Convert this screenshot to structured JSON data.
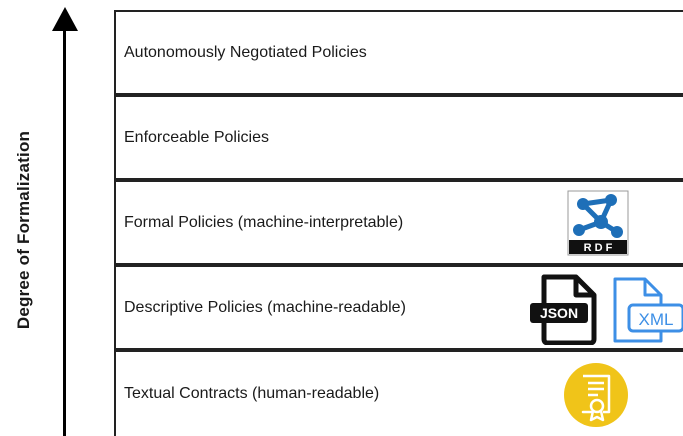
{
  "axis": {
    "label": "Degree of Formalization"
  },
  "levels": [
    {
      "label": "Autonomously Negotiated Policies"
    },
    {
      "label": "Enforceable Policies"
    },
    {
      "label": "Formal Policies (machine-interpretable)",
      "icon": "rdf-icon",
      "icon_text": "R D F"
    },
    {
      "label": "Descriptive Policies (machine-readable)",
      "icons": [
        "json-file-icon",
        "xml-file-icon"
      ],
      "json_text": "JSON",
      "xml_text": "XML"
    },
    {
      "label": "Textual Contracts (human-readable)",
      "icon": "certificate-icon"
    }
  ],
  "colors": {
    "rdf_blue": "#1e6fb8",
    "xml_blue": "#3d8fe6",
    "certificate_yellow": "#f0c419"
  }
}
